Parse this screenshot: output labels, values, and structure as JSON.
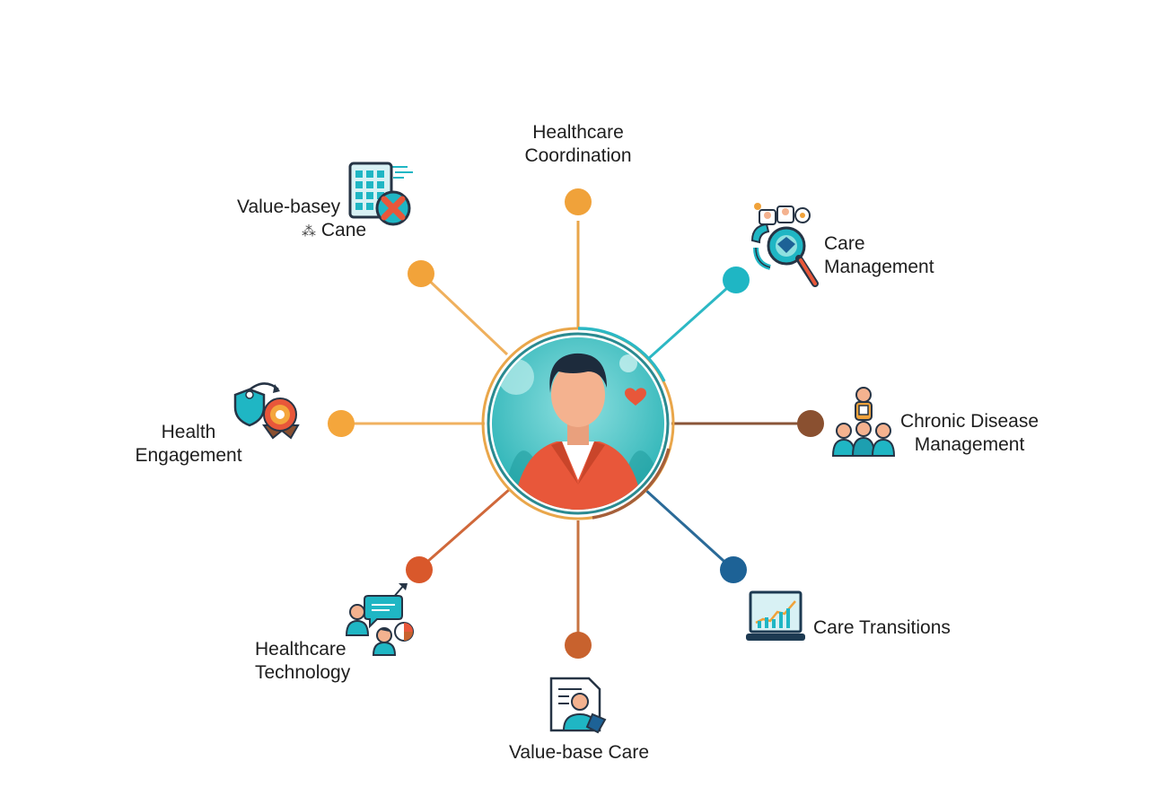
{
  "center": {
    "icon": "person-avatar-icon"
  },
  "nodes": [
    {
      "id": "healthcare-coordination",
      "lines": [
        "Healthcare",
        "Coordination"
      ],
      "color": "#f0a23a",
      "icon": ""
    },
    {
      "id": "care-management",
      "lines": [
        "Care",
        "Management"
      ],
      "color": "#1fb6c4",
      "icon": "team-magnifier-icon"
    },
    {
      "id": "chronic-disease-management",
      "lines": [
        "Chronic Disease",
        "Management"
      ],
      "color": "#8a5030",
      "icon": "patient-group-icon"
    },
    {
      "id": "care-transitions",
      "lines": [
        "Care Transitions"
      ],
      "color": "#1d6296",
      "icon": "laptop-chart-icon"
    },
    {
      "id": "value-base-care",
      "lines": [
        "Value-base Care"
      ],
      "color": "#c8622e",
      "icon": "document-person-icon"
    },
    {
      "id": "healthcare-technology",
      "lines": [
        "Healthcare",
        "Technology"
      ],
      "color": "#d9582b",
      "icon": "people-chat-icon"
    },
    {
      "id": "health-engagement",
      "lines": [
        "Health",
        "Engagement"
      ],
      "color": "#f4a63c",
      "icon": "shield-badge-icon"
    },
    {
      "id": "value-basey-cane",
      "lines": [
        "Value-basey",
        "Cane"
      ],
      "color": "#f2a33a",
      "icon": "tablet-grid-icon"
    }
  ]
}
